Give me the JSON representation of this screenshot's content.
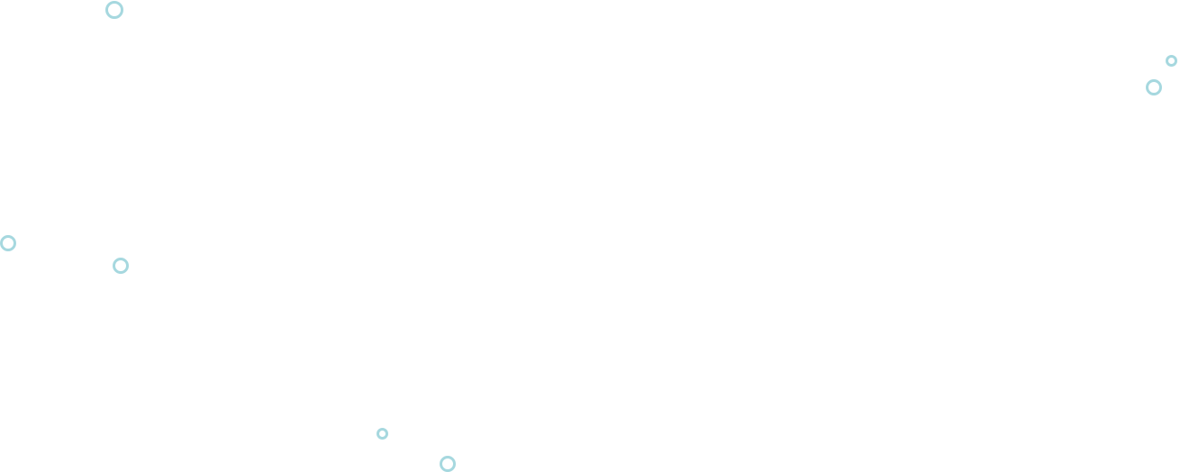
{
  "background_color": "#ffffff",
  "decoration": {
    "ring_color": "#a6d8df",
    "ring_shape": "hollow-circle",
    "rings": [
      {
        "name": "decorative-ring-top-left",
        "size": "large"
      },
      {
        "name": "decorative-ring-top-right-small",
        "size": "small"
      },
      {
        "name": "decorative-ring-top-right",
        "size": "medium"
      },
      {
        "name": "decorative-ring-left-edge",
        "size": "medium"
      },
      {
        "name": "decorative-ring-left",
        "size": "medium"
      },
      {
        "name": "decorative-ring-bottom-small",
        "size": "small"
      },
      {
        "name": "decorative-ring-bottom",
        "size": "medium"
      }
    ]
  }
}
